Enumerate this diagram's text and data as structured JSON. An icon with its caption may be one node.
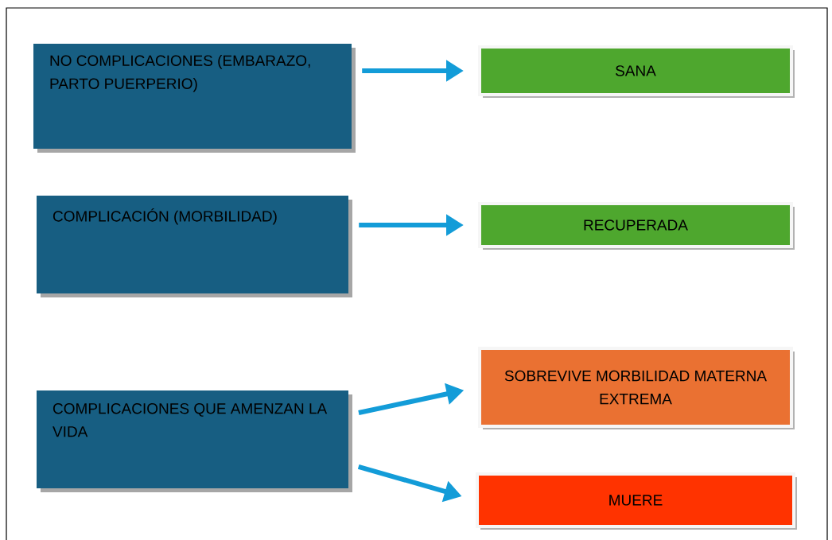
{
  "diagram": {
    "nodes": [
      {
        "text": [
          "NO COMPLICACIONES (EMBARAZO, PARTO PUERPERIO)"
        ]
      },
      {
        "text": [
          "SANA"
        ]
      },
      {
        "text": [
          "COMPLICACIÓN (MORBILIDAD)"
        ]
      },
      {
        "text": [
          "RECUPERADA"
        ]
      },
      {
        "text": [
          "COMPLICACIONES QUE AMENZAN LA VIDA"
        ]
      },
      {
        "text": [
          "SOBREVIVE MORBILIDAD MATERNA EXTREMA"
        ]
      },
      {
        "text": [
          "MUERE"
        ]
      }
    ],
    "edges": [
      {
        "from": 0,
        "to": 1,
        "arrow": "to"
      },
      {
        "from": 2,
        "to": 3,
        "arrow": "to"
      },
      {
        "from": 4,
        "to": 5,
        "arrow": "to"
      },
      {
        "from": 4,
        "to": 6,
        "arrow": "to"
      }
    ]
  }
}
